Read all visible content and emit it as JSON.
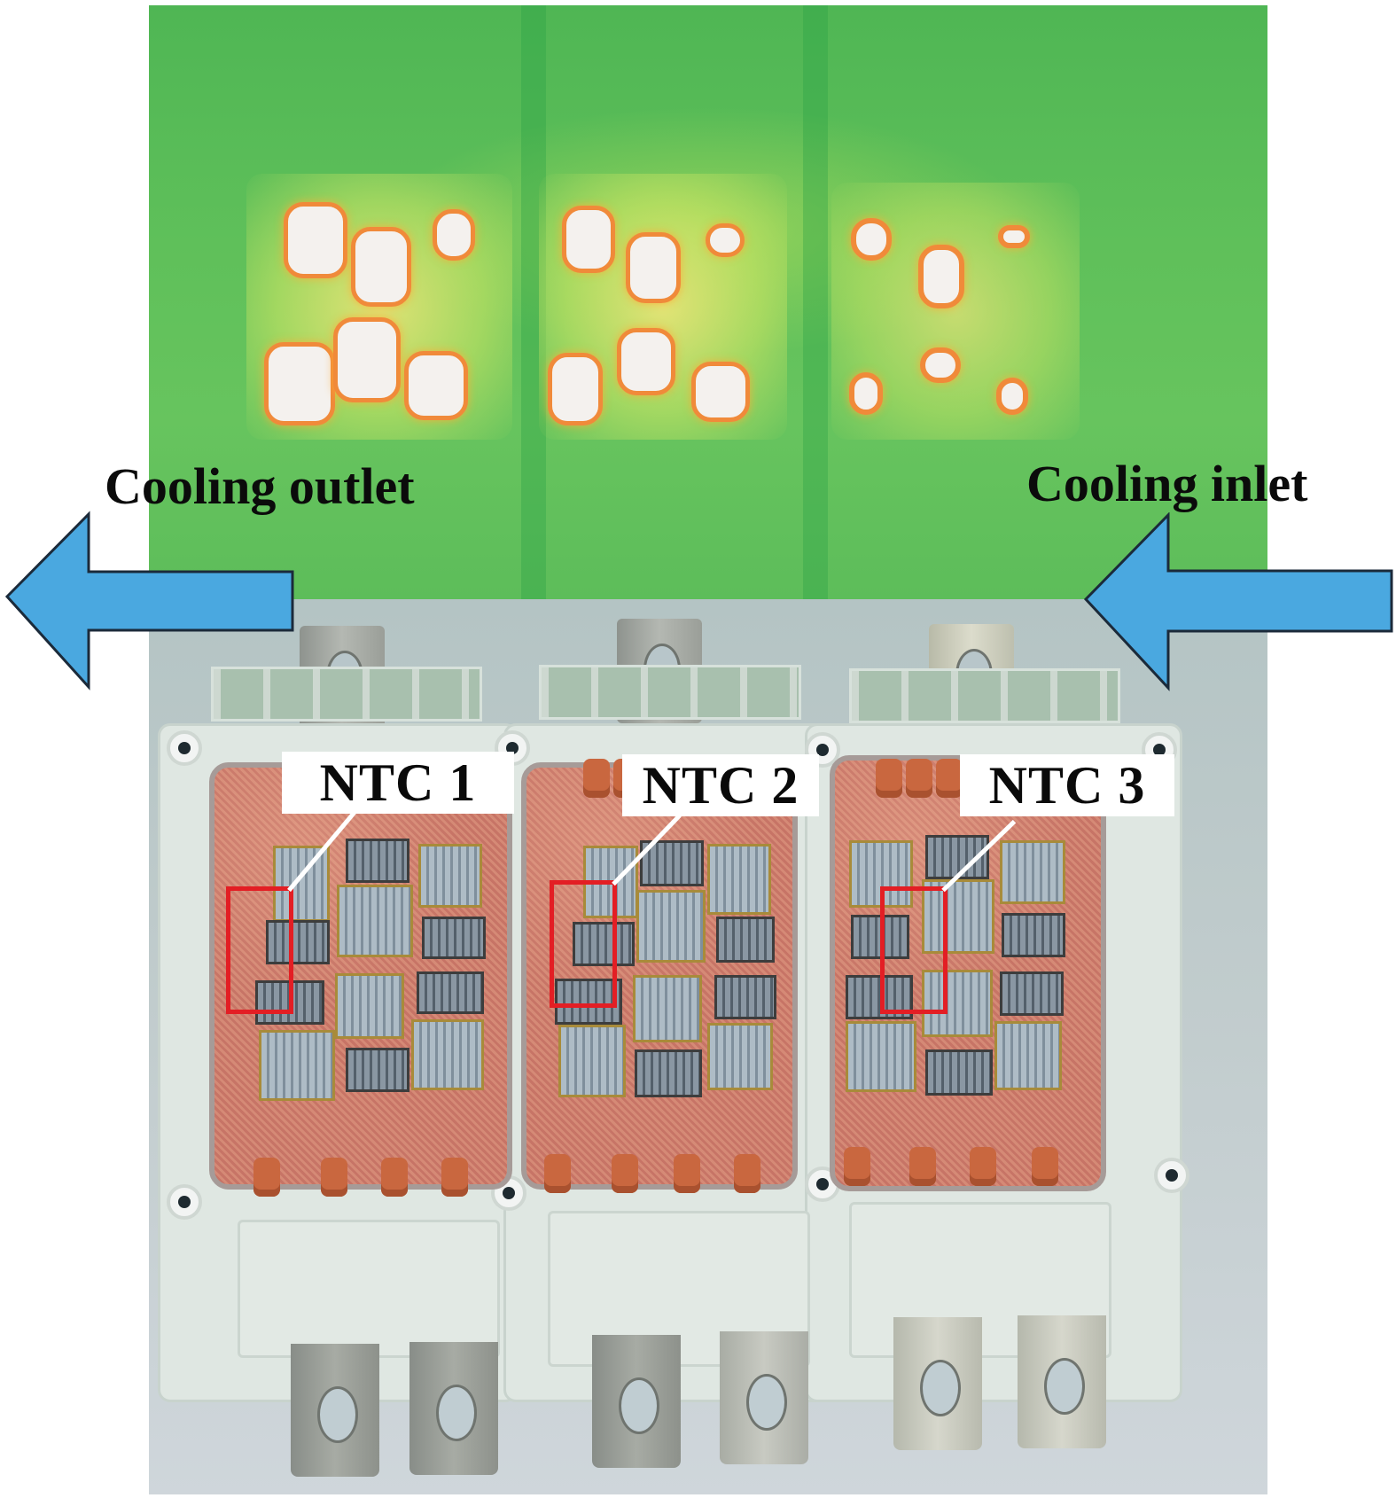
{
  "figure": {
    "panels": [
      {
        "id": "thermal",
        "description": "Infrared thermal map of three power modules (green background, white/orange hot spots)"
      },
      {
        "id": "photo",
        "description": "Photograph of three opened IGBT power modules side by side"
      }
    ],
    "flow": {
      "outlet_label": "Cooling outlet",
      "inlet_label": "Cooling inlet",
      "direction": "right-to-left",
      "arrow_color": "#4aa8e0"
    },
    "sensors": [
      {
        "label": "NTC 1",
        "box_color": "#e31e24"
      },
      {
        "label": "NTC 2",
        "box_color": "#e31e24"
      },
      {
        "label": "NTC 3",
        "box_color": "#e31e24"
      }
    ],
    "colors": {
      "thermal_background": "#5fc05a",
      "hotspot": "#f4f1ee",
      "hotspot_edge": "#f08a3a",
      "substrate_copper": "#d08070"
    }
  }
}
